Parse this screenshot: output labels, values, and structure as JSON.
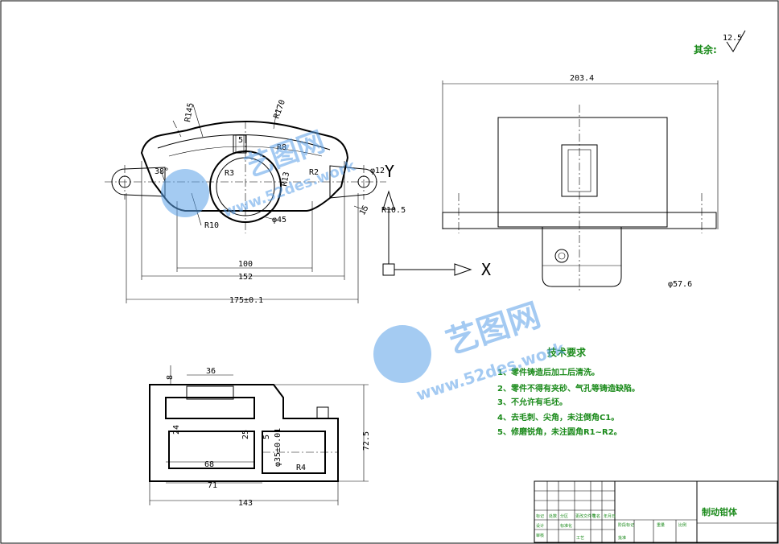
{
  "surface_finish": {
    "label": "其余:",
    "value": "12.5"
  },
  "front_view": {
    "dims": {
      "overall": "175±0.1",
      "outer": "152",
      "inner": "100",
      "bore": "φ45",
      "angle": "38°",
      "r_top": "R170",
      "r_left": "R145",
      "r8": "R8",
      "r3": "R3",
      "r2": "R2",
      "r10": "R10",
      "r10_5": "R10.5",
      "r13": "R13",
      "hole": "φ12",
      "small": "5",
      "side": "15"
    }
  },
  "axes": {
    "x": "X",
    "y": "Y"
  },
  "top_view": {
    "dims": {
      "width": "203.4",
      "dia": "φ57.6"
    }
  },
  "section_view": {
    "dims": {
      "top_slot": "36",
      "t8": "8",
      "d24": "24",
      "d5": "5",
      "d25": "25",
      "d68": "68",
      "d71": "71",
      "d143": "143",
      "height": "72.5",
      "bore": "φ35±0.01",
      "r": "R4"
    }
  },
  "tech_requirements": {
    "title": "技术要求",
    "items": [
      "1、零件铸造后加工后清洗。",
      "2、零件不得有夹砂、气孔等铸造缺陷。",
      "3、不允许有毛坯。",
      "4、去毛刺、尖角，未注倒角C1。",
      "5、修磨锐角，未注圆角R1~R2。"
    ]
  },
  "watermark": {
    "brand": "艺图网",
    "url": "www.52des.work"
  },
  "title_block": {
    "part_name": "制动钳体",
    "row_labels": [
      "标记",
      "处数",
      "分区",
      "更改文件号",
      "签名",
      "年月日"
    ],
    "cells": [
      "设计",
      "标准化",
      "阶段标记",
      "重量",
      "比例",
      "审核",
      "工艺",
      "批准"
    ]
  },
  "colors": {
    "annotation": "#1a8a1a",
    "watermark": "#5aa0e8",
    "line": "#000000"
  }
}
